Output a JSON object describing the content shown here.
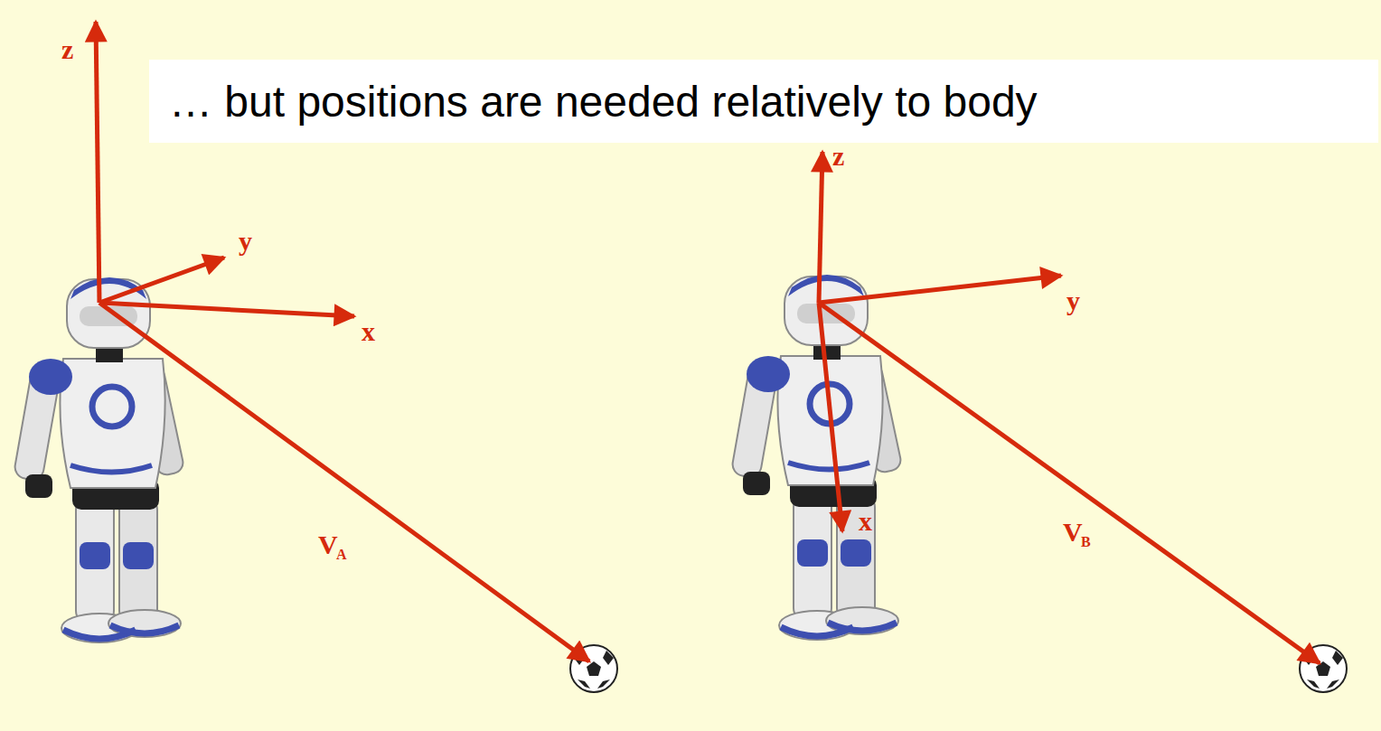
{
  "diagram": {
    "title": "… but positions are needed relatively to body",
    "labels": [
      "z",
      "y",
      "x",
      "V",
      "A",
      "z",
      "y",
      "x",
      "V",
      "B"
    ]
  }
}
